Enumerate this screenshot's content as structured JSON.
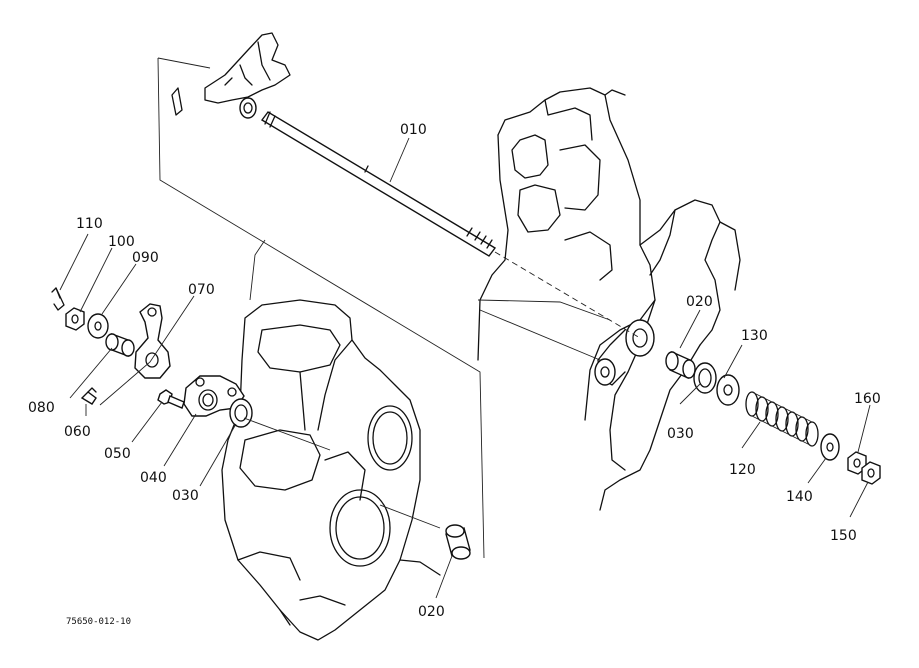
{
  "diagram": {
    "figure_code": "75650-012-10",
    "part_labels": {
      "p010": "010",
      "p020a": "020",
      "p020b": "020",
      "p030a": "030",
      "p030b": "030",
      "p040": "040",
      "p050": "050",
      "p060": "060",
      "p070": "070",
      "p080": "080",
      "p090": "090",
      "p100": "100",
      "p110": "110",
      "p120": "120",
      "p130": "130",
      "p140": "140",
      "p150": "150",
      "p160": "160"
    }
  }
}
